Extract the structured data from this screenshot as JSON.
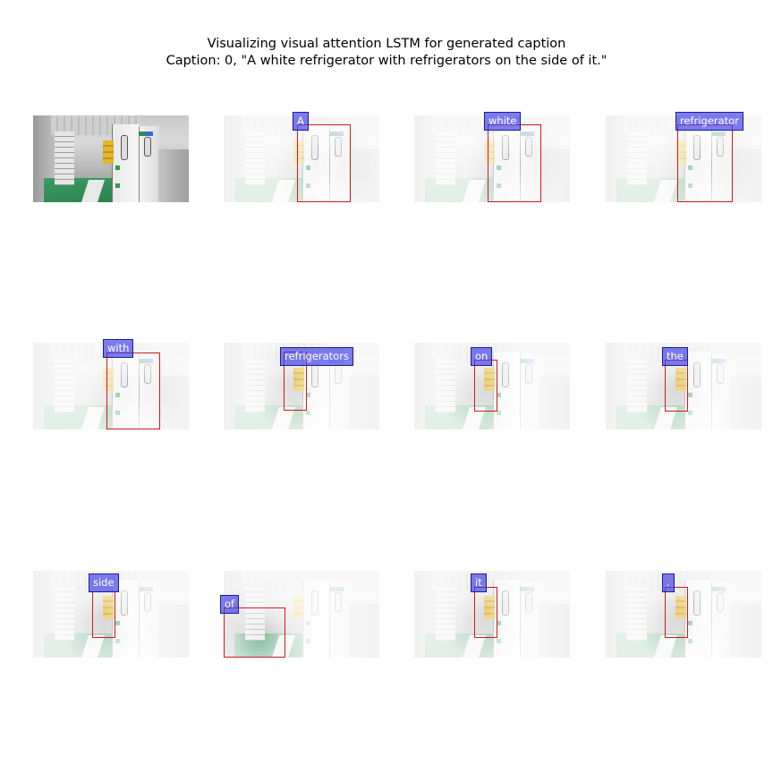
{
  "title": {
    "line1": "Visualizing visual attention LSTM for generated caption",
    "line2": "Caption: 0, \"A white refrigerator with refrigerators on the side of it.\""
  },
  "panels": [
    {
      "word": ""
    },
    {
      "word": "A"
    },
    {
      "word": "white"
    },
    {
      "word": "refrigerator"
    },
    {
      "word": "with"
    },
    {
      "word": "refrigerators"
    },
    {
      "word": "on"
    },
    {
      "word": "the"
    },
    {
      "word": "side"
    },
    {
      "word": "of"
    },
    {
      "word": "it"
    },
    {
      "word": "."
    }
  ]
}
